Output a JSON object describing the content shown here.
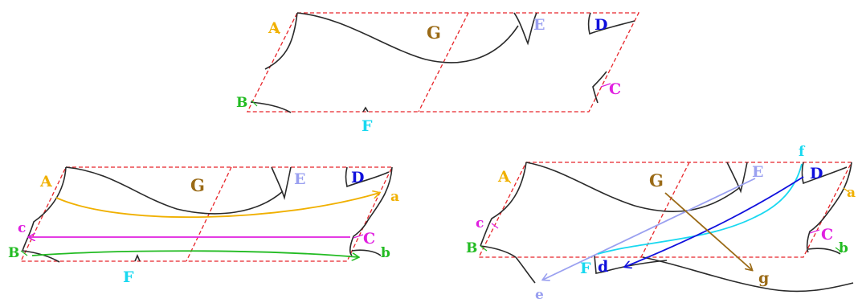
{
  "colors": {
    "frame": "#e8252a",
    "curve": "#2a2a2a",
    "A": "#f0b000",
    "B": "#22bb22",
    "C": "#e020e0",
    "D": "#1010dd",
    "E": "#9aa0f0",
    "F": "#18d8f0",
    "G": "#9a6a16"
  },
  "panels": {
    "top": {
      "labels": {
        "A": "A",
        "B": "B",
        "C": "C",
        "D": "D",
        "E": "E",
        "F": "F",
        "G": "G"
      }
    },
    "bottom_left": {
      "labels": {
        "A": "A",
        "B": "B",
        "C": "C",
        "D": "D",
        "E": "E",
        "F": "F",
        "G": "G"
      },
      "target_labels": {
        "a": "a",
        "b": "b",
        "c": "c"
      }
    },
    "bottom_right": {
      "labels": {
        "A": "A",
        "B": "B",
        "C": "C",
        "D": "D",
        "E": "E",
        "F": "F",
        "G": "G"
      },
      "target_labels": {
        "a": "a",
        "b": "b",
        "c": "c",
        "d": "d",
        "e": "e",
        "f": "f",
        "g": "g"
      }
    }
  }
}
